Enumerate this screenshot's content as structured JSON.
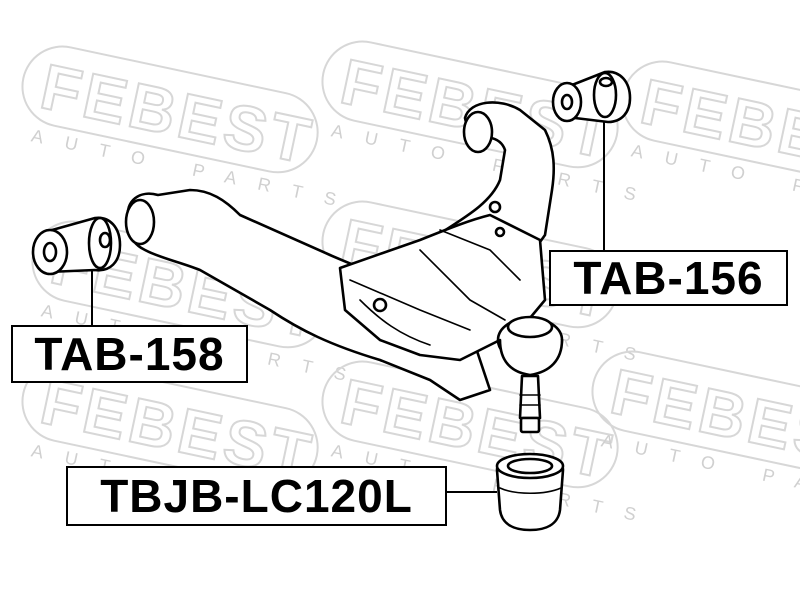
{
  "watermark": {
    "brand": "FEBEST",
    "tagline": "AUTO PARTS",
    "color": "#d7d7d7"
  },
  "labels": {
    "tab156": "TAB-156",
    "tab158": "TAB-158",
    "tbjb": "TBJB-LC120L"
  },
  "colors": {
    "line": "#000000",
    "background": "#ffffff"
  }
}
